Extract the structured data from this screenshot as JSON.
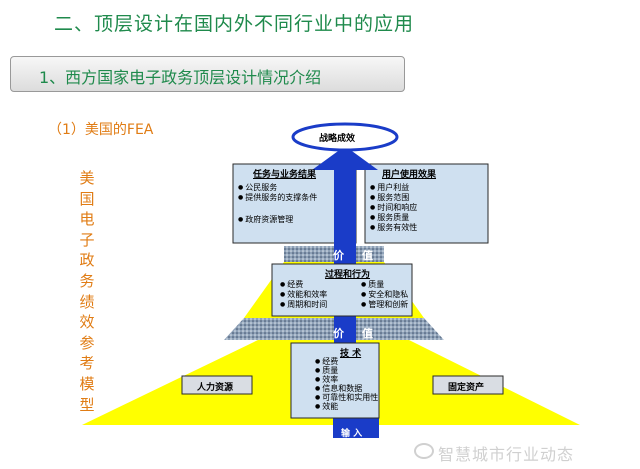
{
  "page": {
    "title": "二、顶层设计在国内外不同行业中的应用",
    "section": "1、西方国家电子政务顶层设计情况介绍",
    "subtitle": "（1）美国的FEA",
    "vertical_title": "美国电子政务绩效参考模型"
  },
  "diagram": {
    "top": "战略成效",
    "mission_box": {
      "title": "任务与业务结果",
      "items": [
        "公民服务",
        "提供服务的支撑条件",
        "政府资源管理"
      ]
    },
    "customer_box": {
      "title": "用户使用效果",
      "items": [
        "用户利益",
        "服务范围",
        "时间和响应",
        "服务质量",
        "服务有效性"
      ]
    },
    "value_labels": [
      "价",
      "值"
    ],
    "process_box": {
      "title": "过程和行为",
      "items_left": [
        "经费",
        "效能和效率",
        "周期和时间"
      ],
      "items_right": [
        "质量",
        "安全和隐私",
        "管理和创新"
      ]
    },
    "tech_box": {
      "title": "技  术",
      "items": [
        "经费",
        "质量",
        "效率",
        "信息和数据",
        "可靠性和实用性",
        "效能"
      ]
    },
    "side_left": "人力资源",
    "side_right": "固定资产",
    "input": "输  入"
  },
  "watermark": "智慧城市行业动态",
  "colors": {
    "title_green": "#1f8a4c",
    "orange_text": "#e07c14",
    "pyramid_yellow": "#ffff00",
    "arrow_blue": "#1a3cc8",
    "box_blue": "#cfe0f0"
  }
}
